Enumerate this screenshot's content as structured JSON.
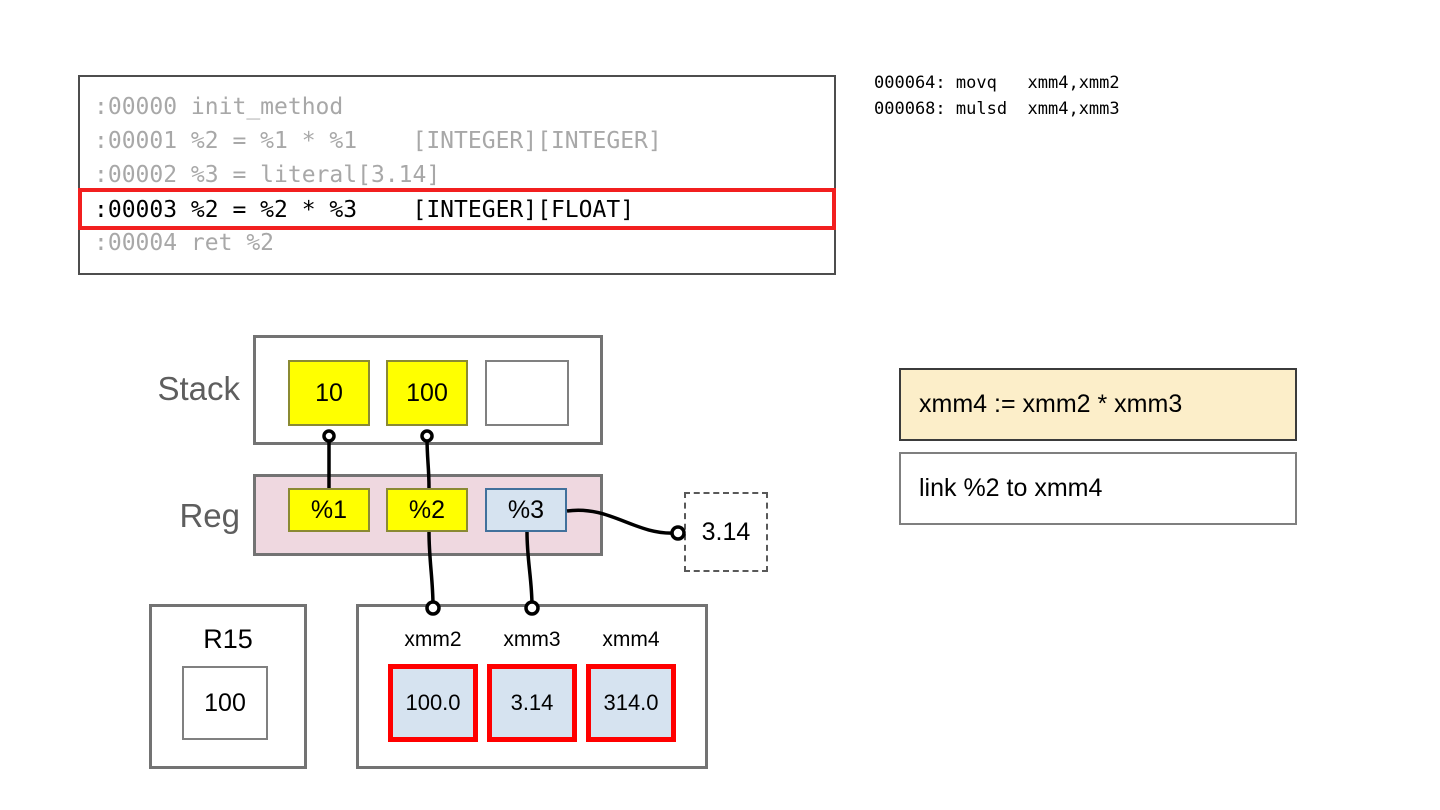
{
  "ir_listing": {
    "lines": [
      {
        "text": ":00000 init_method",
        "active": false
      },
      {
        "text": ":00001 %2 = %1 * %1    [INTEGER][INTEGER]",
        "active": false
      },
      {
        "text": ":00002 %3 = literal[3.14]",
        "active": false
      },
      {
        "text": ":00003 %2 = %2 * %3    [INTEGER][FLOAT]",
        "active": true
      },
      {
        "text": ":00004 ret %2",
        "active": false
      }
    ],
    "highlight_color": "#f21f1f",
    "inactive_color": "#a8a8a8",
    "active_color": "#000000"
  },
  "asm_listing": {
    "lines": [
      "000064: movq   xmm4,xmm2",
      "000068: mulsd  xmm4,xmm3"
    ]
  },
  "stack": {
    "label": "Stack",
    "cells": [
      {
        "value": "10",
        "style": "yellow"
      },
      {
        "value": "100",
        "style": "yellow"
      },
      {
        "value": "",
        "style": "empty"
      }
    ]
  },
  "reg": {
    "label": "Reg",
    "band_color": "#efd8e0",
    "cells": [
      {
        "value": "%1",
        "style": "yellow"
      },
      {
        "value": "%2",
        "style": "yellow"
      },
      {
        "value": "%3",
        "style": "blue"
      }
    ]
  },
  "literal_box": {
    "value": "3.14",
    "style": "dashed"
  },
  "r15_box": {
    "title": "R15",
    "value": "100"
  },
  "xmm_box": {
    "registers": [
      {
        "name": "xmm2",
        "value": "100.0",
        "highlighted": true
      },
      {
        "name": "xmm3",
        "value": "3.14",
        "highlighted": true
      },
      {
        "name": "xmm4",
        "value": "314.0",
        "highlighted": true
      }
    ],
    "highlight_color": "#ff0000",
    "fill_color": "#d6e3f0"
  },
  "notes": [
    {
      "text": "xmm4 := xmm2 * xmm3",
      "style": "cream"
    },
    {
      "text": "link %2 to xmm4",
      "style": "white"
    }
  ]
}
